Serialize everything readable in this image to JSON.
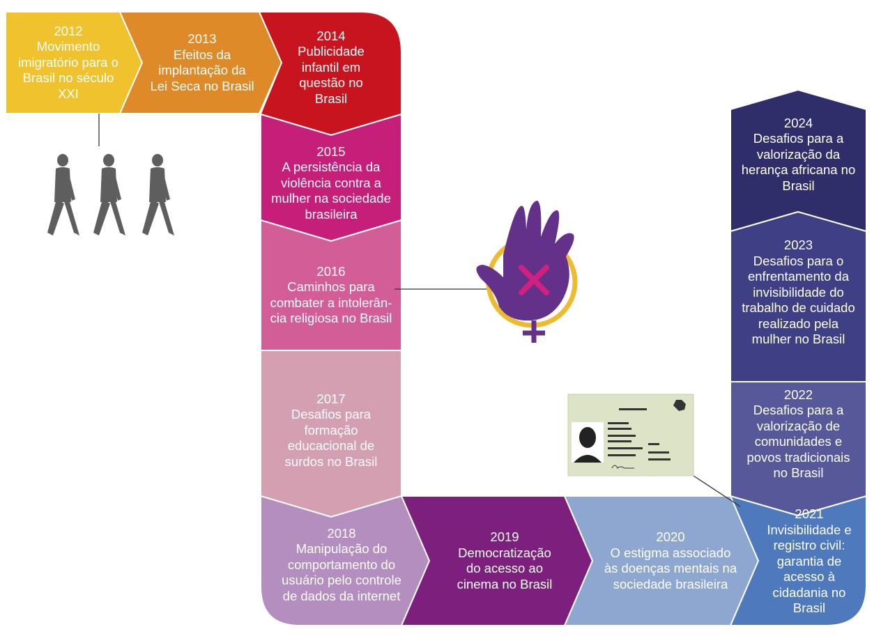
{
  "entries": [
    {
      "year": "2012",
      "title": "Movimento\nimigratório para o\nBrasil no século\nXXI",
      "color": "#F0C22E"
    },
    {
      "year": "2013",
      "title": "Efeitos da\nimplantação da\nLei Seca no Brasil",
      "color": "#DE8A28"
    },
    {
      "year": "2014",
      "title": "Publicidade\ninfantil em\nquestão no\nBrasil",
      "color": "#C8141F"
    },
    {
      "year": "2015",
      "title": "A persistência da\nviolência contra a\nmulher na sociedade\nbrasileira",
      "color": "#C51F7A"
    },
    {
      "year": "2016",
      "title": "Caminhos para\ncombater a intolerân-\ncia religiosa no Brasil",
      "color": "#D35E97"
    },
    {
      "year": "2017",
      "title": "Desafios para\nformação\neducacional de\nsurdos no Brasil",
      "color": "#D59FB2"
    },
    {
      "year": "2018",
      "title": "Manipulação do\ncomportamento do\nusuário pelo controle\nde dados da internet",
      "color": "#B38EBF"
    },
    {
      "year": "2019",
      "title": "Democratização\ndo acesso ao\ncinema no Brasil",
      "color": "#7D1F7C"
    },
    {
      "year": "2020",
      "title": "O estigma associado\nàs doenças mentais na\nsociedade brasileira",
      "color": "#8EA7D0"
    },
    {
      "year": "2021",
      "title": "Invisibilidade e\nregistro civil:\ngarantia de\nacesso à\ncidadania no\nBrasil",
      "color": "#4F79BD"
    },
    {
      "year": "2022",
      "title": "Desafios para a\nvalorização de\ncomunidades e\npovos tradicionais\nno Brasil",
      "color": "#565899"
    },
    {
      "year": "2023",
      "title": "Desafios para o\nenfrentamento da\ninvisibilidade do\ntrabalho de cuidado\nrealizado pela\nmulher no Brasil",
      "color": "#3E3F84"
    },
    {
      "year": "2024",
      "title": "Desafios para a\nvalorização da\nherança africana no\nBrasil",
      "color": "#2F2E6A"
    }
  ],
  "illustrations": {
    "walkers": {
      "icon": "walking-people-icon",
      "color": "#5E5E5E"
    },
    "hand": {
      "icon": "stop-violence-hand-icon",
      "hand_color": "#63308A",
      "ring_color": "#EEBB30",
      "mark_color": "#D1207F"
    },
    "id_card": {
      "icon": "id-card-icon",
      "card_color": "#DCE3C6"
    }
  }
}
